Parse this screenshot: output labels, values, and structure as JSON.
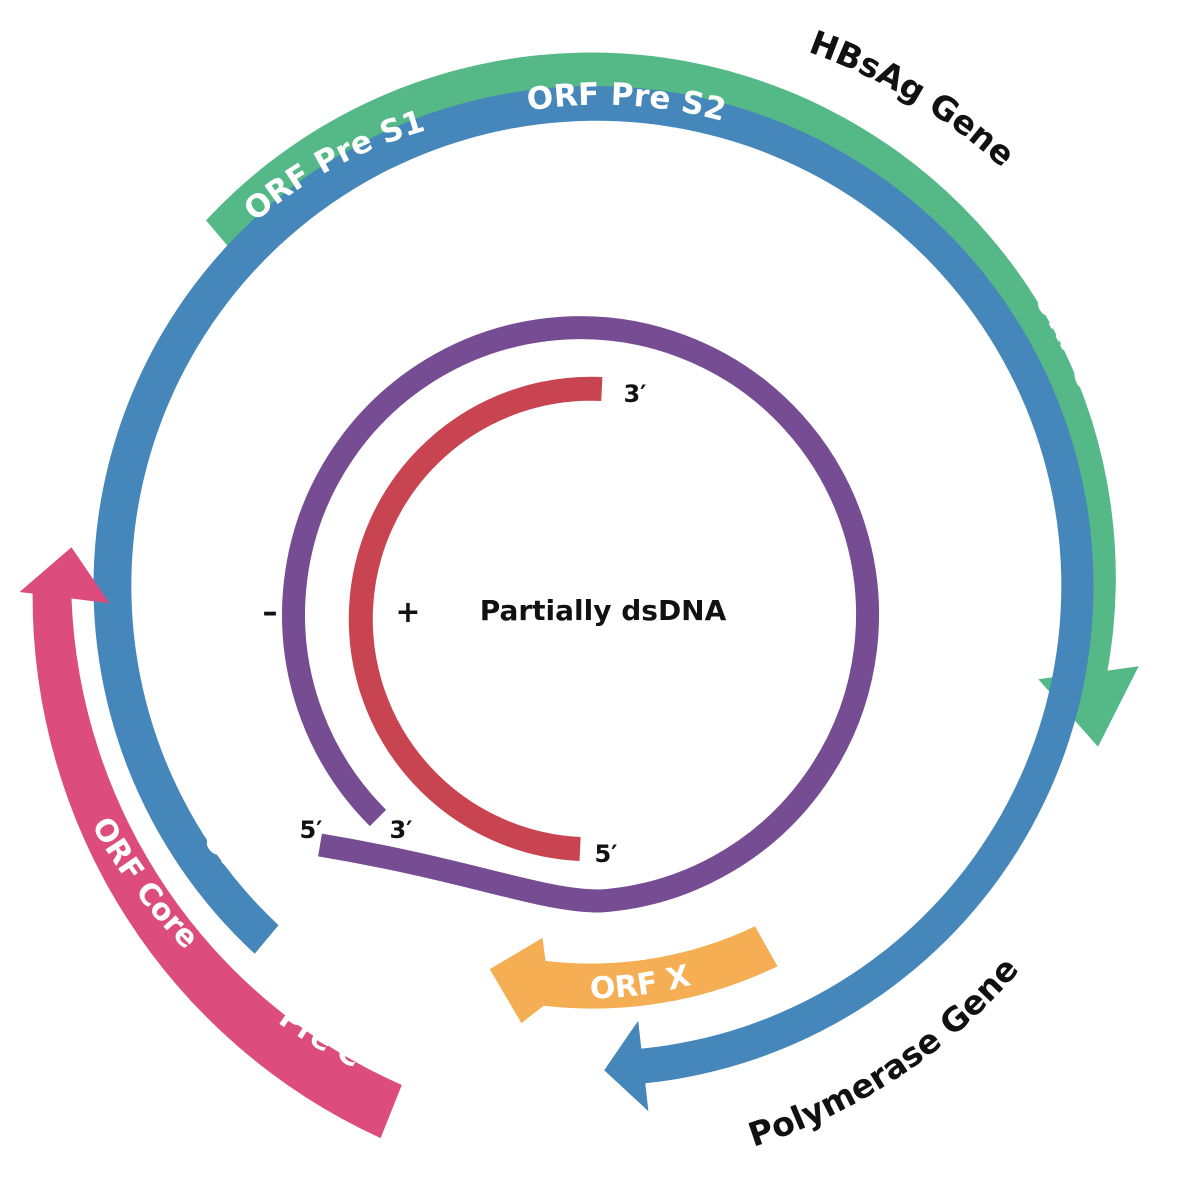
{
  "colors": {
    "green": "#55b887",
    "blue": "#4586bb",
    "pink": "#dc4c7c",
    "orange": "#f5ae53",
    "purple": "#764d92",
    "red": "#c84450",
    "dark": "#111111",
    "white": "#ffffff"
  },
  "genes": {
    "hbsag_gene": "HBsAg Gene",
    "polymerase_gene": "Polymerase Gene"
  },
  "orfs": {
    "pre_s1": "ORF Pre S1",
    "pre_s2": "ORF Pre S2",
    "s": "ORF S",
    "p": "ORF P",
    "core": "ORF Core",
    "pre_c": "Pre C",
    "x": "ORF X"
  },
  "dna": {
    "title": "Partially dsDNA",
    "minus_strand": "–",
    "plus_strand": "+",
    "plus_3_end": "3′",
    "plus_5_end": "5′",
    "minus_5_end": "5′",
    "minus_3_end": "3′"
  }
}
